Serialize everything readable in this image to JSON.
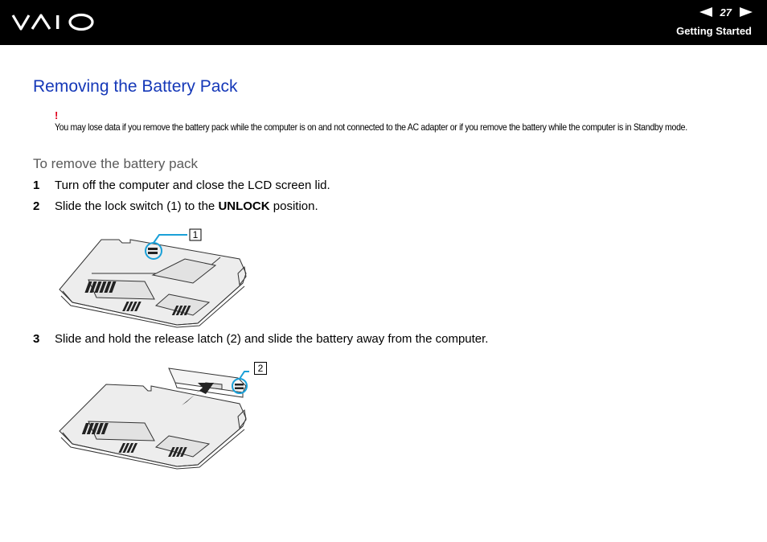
{
  "header": {
    "logo_text": "VAIO",
    "page_number": "27",
    "section": "Getting Started"
  },
  "content": {
    "title": "Removing the Battery Pack",
    "warning_mark": "!",
    "warning_text": "You may lose data if you remove the battery pack while the computer is on and not connected to the AC adapter or if you remove the battery while the computer is in Standby mode.",
    "subheading": "To remove the battery pack",
    "steps": [
      {
        "num": "1",
        "text": "Turn off the computer and close the LCD screen lid."
      },
      {
        "num": "2",
        "text_before": "Slide the lock switch (1) to the ",
        "bold": "UNLOCK",
        "text_after": " position."
      },
      {
        "num": "3",
        "text": "Slide and hold the release latch (2) and slide the battery away from the computer."
      }
    ],
    "callouts": [
      "1",
      "2"
    ]
  },
  "colors": {
    "header_bg": "#000000",
    "title": "#1538b8",
    "warning": "#e0001b",
    "callout": "#1aa0d8"
  }
}
